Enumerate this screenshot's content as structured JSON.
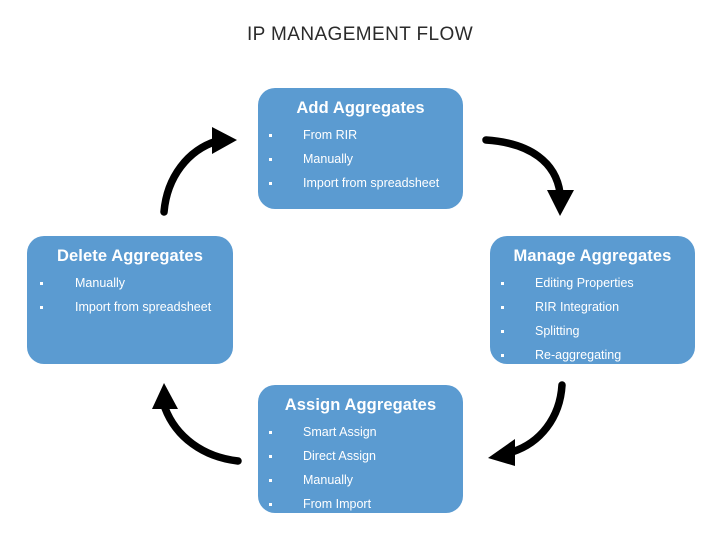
{
  "title": "IP MANAGEMENT FLOW",
  "colors": {
    "node_fill": "#5B9BD1",
    "node_text": "#FFFFFF",
    "arrow": "#000000",
    "title_text": "#2B2B2B",
    "background": "#FFFFFF"
  },
  "nodes": {
    "add": {
      "title": "Add Aggregates",
      "items": [
        "From RIR",
        "Manually",
        "Import from spreadsheet"
      ]
    },
    "manage": {
      "title": "Manage Aggregates",
      "items": [
        "Editing Properties",
        "RIR Integration",
        "Splitting",
        "Re-aggregating"
      ]
    },
    "assign": {
      "title": "Assign Aggregates",
      "items": [
        "Smart Assign",
        "Direct Assign",
        "Manually",
        "From Import"
      ]
    },
    "delete": {
      "title": "Delete Aggregates",
      "items": [
        "Manually",
        "Import from spreadsheet"
      ]
    }
  },
  "arrows": [
    {
      "name": "arrow-add-to-manage",
      "from": "add",
      "to": "manage",
      "direction": "down-right"
    },
    {
      "name": "arrow-manage-to-assign",
      "from": "manage",
      "to": "assign",
      "direction": "down-left"
    },
    {
      "name": "arrow-assign-to-delete",
      "from": "assign",
      "to": "delete",
      "direction": "up-left"
    },
    {
      "name": "arrow-delete-to-add",
      "from": "delete",
      "to": "add",
      "direction": "up-right"
    }
  ]
}
